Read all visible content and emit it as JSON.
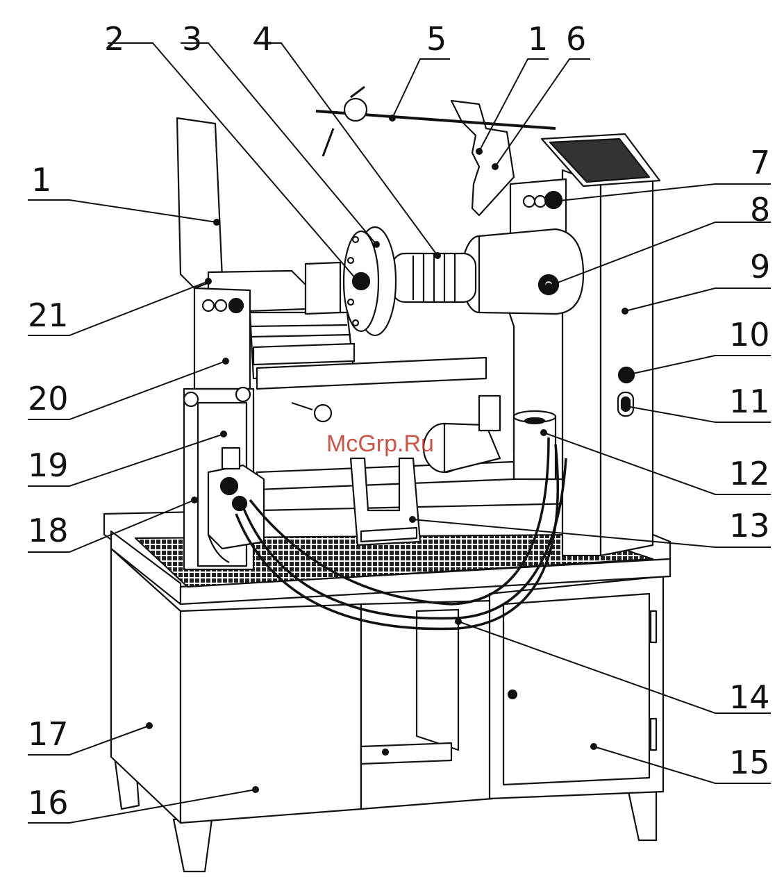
{
  "watermark": "McGrp.Ru",
  "colors": {
    "ink": "#111111",
    "watermark": "#c0392b",
    "paper": "#ffffff"
  },
  "labels": {
    "l2": "2",
    "l3": "3",
    "l4": "4",
    "l5": "5",
    "l1_top": "1",
    "l6": "6",
    "l1_left": "1",
    "l21": "21",
    "l20": "20",
    "l19": "19",
    "l18": "18",
    "l17": "17",
    "l16": "16",
    "l7": "7",
    "l8": "8",
    "l9": "9",
    "l10": "10",
    "l11": "11",
    "l12": "12",
    "l13": "13",
    "l14": "14",
    "l15": "15"
  }
}
